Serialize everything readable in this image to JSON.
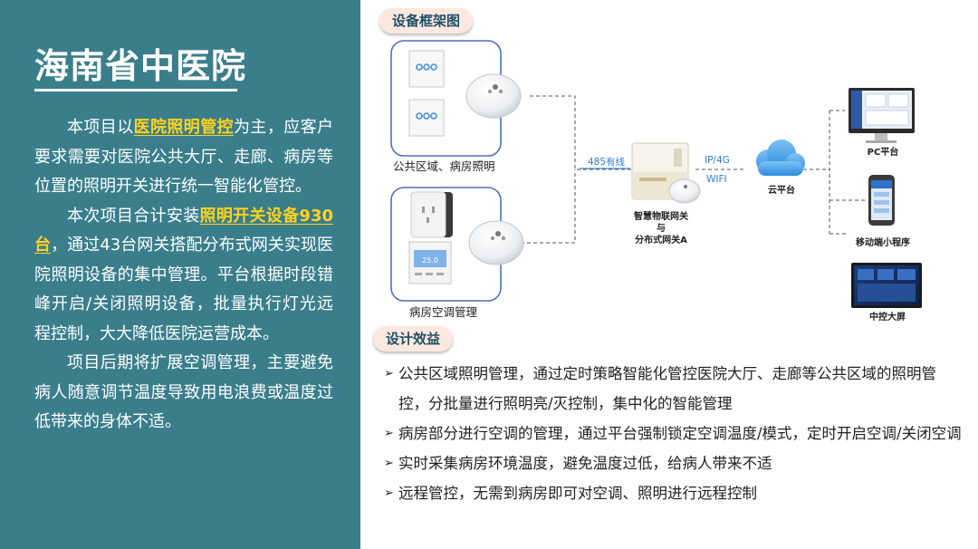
{
  "left_panel": {
    "title": "海南省中医院",
    "para1_a": "本项目以",
    "para1_hl": "医院照明管控",
    "para1_b": "为主，应客户要求需要对医院公共大厅、走廊、病房等位置的照明开关进行统一智能化管控。",
    "para2_a": "本次项目合计安装",
    "para2_hl": "照明开关设备930台",
    "para2_b": "，通过43台网关搭配分布式网关实现医院照明设备的集中管理。平台根据时段错峰开启/关闭照明设备，批量执行灯光远程控制，大大降低医院运营成本。",
    "para3": "项目后期将扩展空调管理，主要避免病人随意调节温度导致用电浪费或温度过低带来的身体不适。"
  },
  "diagram": {
    "section_title": "设备框架图",
    "group1_label": "公共区域、病房照明",
    "group2_label": "病房空调管理",
    "link1_label": "485有线",
    "gateway_line1": "智慧物联网关",
    "gateway_line2": "与",
    "gateway_line3": "分布式网关A",
    "link2_label1": "IP/4G",
    "link2_label2": "WIFI",
    "cloud_label": "云平台",
    "pc_label": "PC平台",
    "mobile_label": "移动端小程序",
    "screen_label": "中控大屏",
    "thermostat_time": "25.0"
  },
  "benefits": {
    "section_title": "设计效益",
    "bullet_glyph": "➢",
    "items": [
      "公共区域照明管理，通过定时策略智能化管控医院大厅、走廊等公共区域的照明管控，分批量进行照明亮/灭控制，集中化的智能管理",
      "病房部分进行空调的管理，通过平台强制锁定空调温度/模式，定时开启空调/关闭空调",
      "实时采集病房环境温度，避免温度过低，给病人带来不适",
      "远程管控，无需到病房即可对空调、照明进行远程控制"
    ]
  },
  "colors": {
    "panel_teal": "#3a7e8c",
    "highlight_yellow": "#ffd21e",
    "pill_bg": "#fde8e0",
    "pill_text": "#1f4f66",
    "frame_blue": "#4f6fbf",
    "link_label_blue": "#2f7fd0",
    "cloud_blue": "#3d9ce8"
  }
}
